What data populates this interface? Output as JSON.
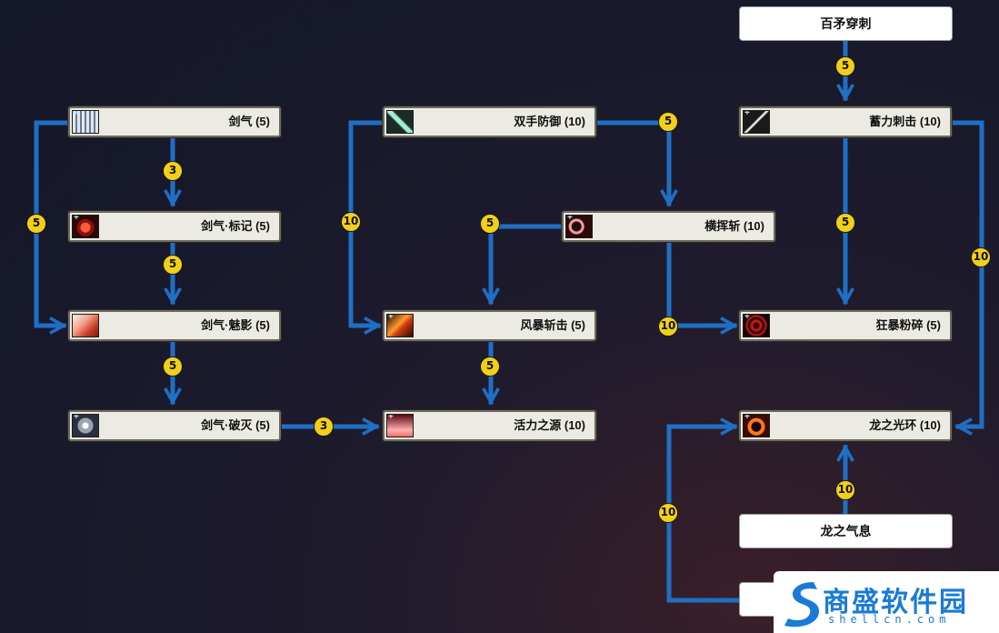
{
  "colors": {
    "connector": "#1f6fc4",
    "badge": "#f2d01a",
    "card": "#ecebe3"
  },
  "nodes": {
    "jianqi": {
      "label": "剑气 (5)",
      "icon": "sword-rack-icon"
    },
    "jianqi_biaoji": {
      "label": "剑气·标记 (5)",
      "icon": "mark-target-icon"
    },
    "jianqi_meiying": {
      "label": "剑气·魅影 (5)",
      "icon": "phantom-slash-icon"
    },
    "jianqi_pomie": {
      "label": "剑气·破灭 (5)",
      "icon": "shuriken-burst-icon"
    },
    "shuangshou_fangyu": {
      "label": "双手防御 (10)",
      "icon": "crossed-swords-icon"
    },
    "fengbao_zhanji": {
      "label": "风暴斩击 (5)",
      "icon": "storm-strike-icon"
    },
    "huoli_zhiyuan": {
      "label": "活力之源 (10)",
      "icon": "vitality-flame-icon"
    },
    "hengxiu_zhan": {
      "label": "横挥斩 (10)",
      "icon": "sweep-slash-icon"
    },
    "xuli_ciji": {
      "label": "蓄力刺击 (10)",
      "icon": "charged-thrust-icon"
    },
    "kuangbao_fensui": {
      "label": "狂暴粉碎 (5)",
      "icon": "berserk-smash-icon"
    },
    "long_zhi_guanghuan": {
      "label": "龙之光环 (10)",
      "icon": "dragon-aura-icon"
    }
  },
  "plain_nodes": {
    "baimao_chuanci": {
      "label": "百矛穿刺"
    },
    "long_zhi_qixi": {
      "label": "龙之气息"
    }
  },
  "badges": {
    "b1": "5",
    "b2": "3",
    "b3": "5",
    "b4": "5",
    "b5": "3",
    "b6": "10",
    "b7": "5",
    "b8": "5",
    "b9": "5",
    "b10": "5",
    "b11": "5",
    "b12": "10",
    "b13": "10",
    "b14": "10",
    "b15": "10"
  },
  "watermark": {
    "title": "商盛软件园",
    "subtitle": "shellcn.com"
  }
}
